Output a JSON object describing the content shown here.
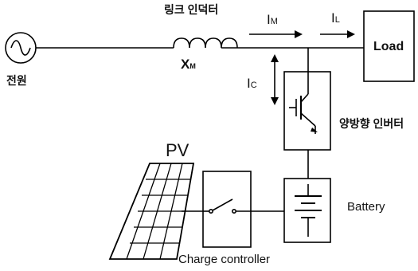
{
  "diagram": {
    "labels": {
      "link_inductor": "링크 인덕터",
      "inductor_symbol": "X",
      "inductor_subscript": "M",
      "source": "전원",
      "current_m_main": "I",
      "current_m_sub": "M",
      "current_l_main": "I",
      "current_l_sub": "L",
      "load": "Load",
      "current_c_main": "I",
      "current_c_sub": "C",
      "inverter": "양방향 인버터",
      "pv": "PV",
      "battery": "Battery",
      "charge_controller": "Charge controller"
    }
  }
}
